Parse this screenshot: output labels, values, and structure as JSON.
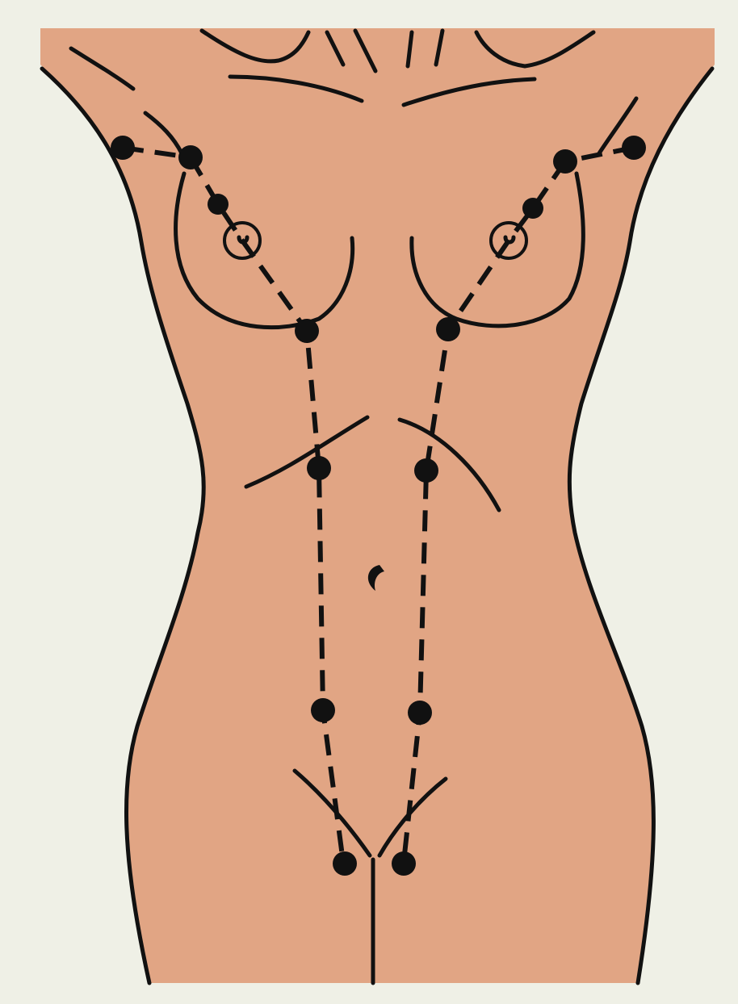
{
  "figure": {
    "background": "#eff0e6",
    "skin_color": "#e1a584",
    "line_color": "#111111",
    "subject": "female-torso-front-view",
    "marker_count": 14,
    "line_style": "dashed"
  }
}
